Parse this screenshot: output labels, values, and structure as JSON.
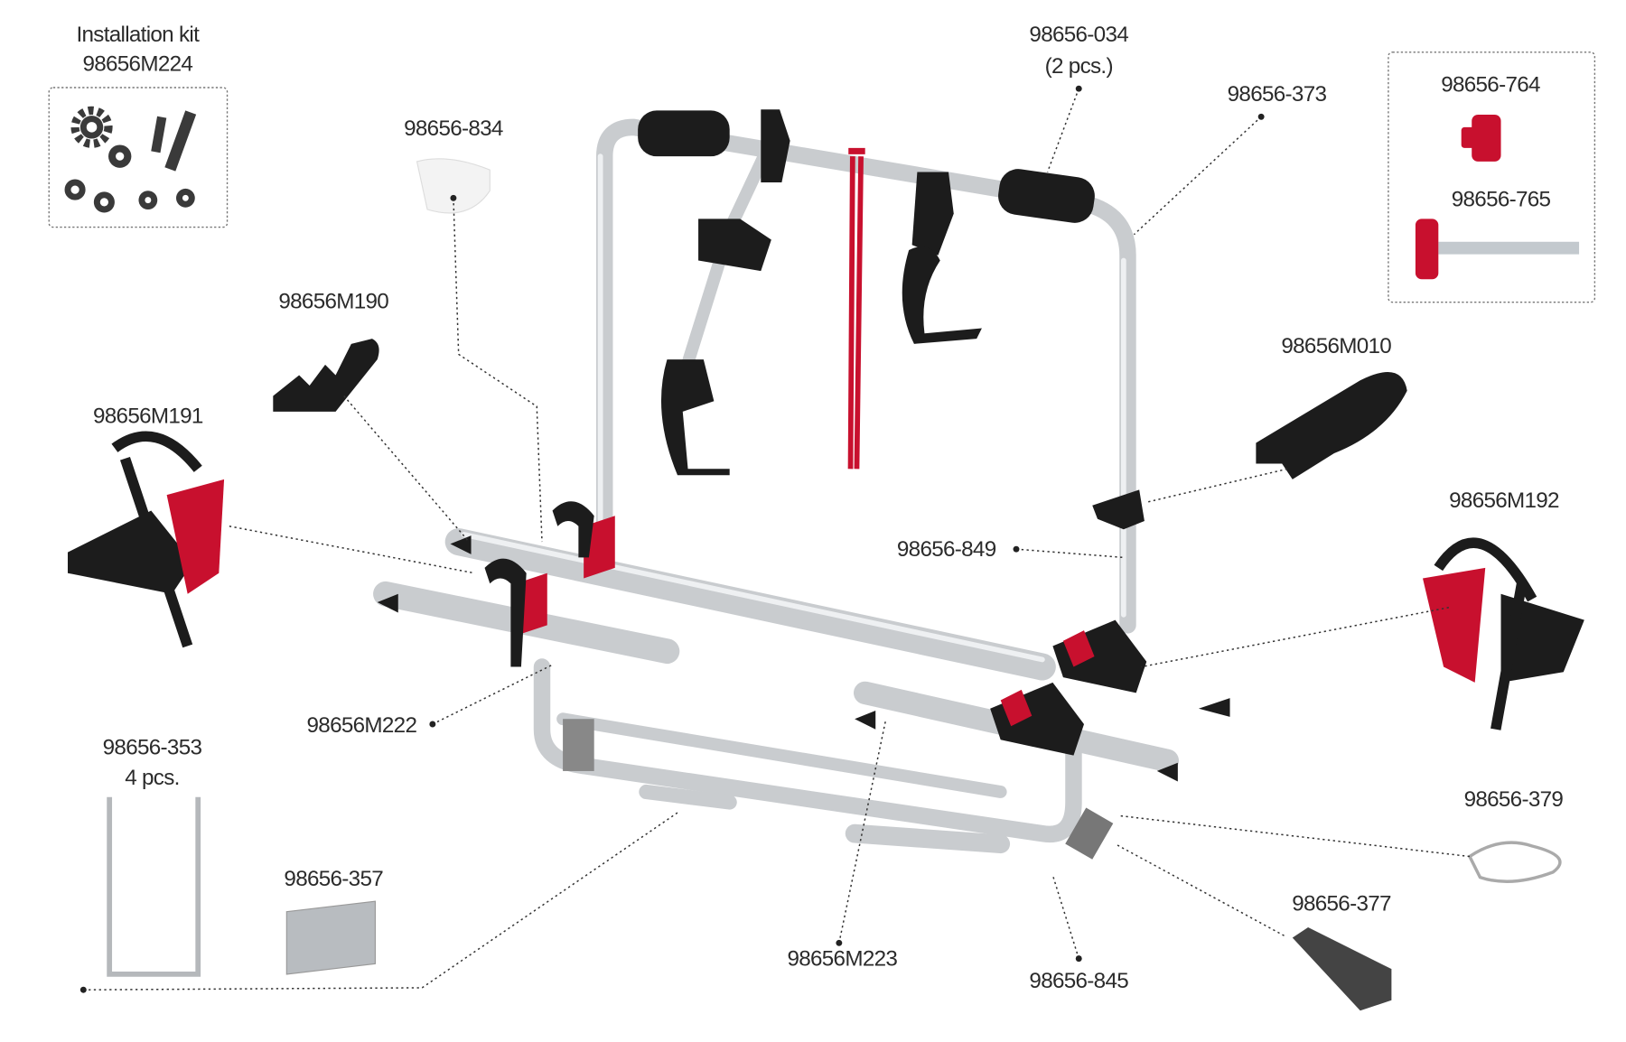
{
  "title": "Bike carrier spare parts diagram",
  "installation_kit": {
    "label": "Installation kit",
    "part": "98656M224"
  },
  "parts": {
    "p034": {
      "part": "98656-034",
      "qty": "(2 pcs.)"
    },
    "p373": {
      "part": "98656-373"
    },
    "p764": {
      "part": "98656-764"
    },
    "p765": {
      "part": "98656-765"
    },
    "p834": {
      "part": "98656-834"
    },
    "m190": {
      "part": "98656M190"
    },
    "m191": {
      "part": "98656M191"
    },
    "m010": {
      "part": "98656M010"
    },
    "p849": {
      "part": "98656-849"
    },
    "m192": {
      "part": "98656M192"
    },
    "m222": {
      "part": "98656M222"
    },
    "p353": {
      "part": "98656-353",
      "qty": "4 pcs."
    },
    "p379": {
      "part": "98656-379"
    },
    "p357": {
      "part": "98656-357"
    },
    "p377": {
      "part": "98656-377"
    },
    "m223": {
      "part": "98656M223"
    },
    "p845": {
      "part": "98656-845"
    }
  },
  "colors": {
    "accent_red": "#c8102e",
    "aluminium": "#c9cccf",
    "black": "#1c1c1c"
  }
}
